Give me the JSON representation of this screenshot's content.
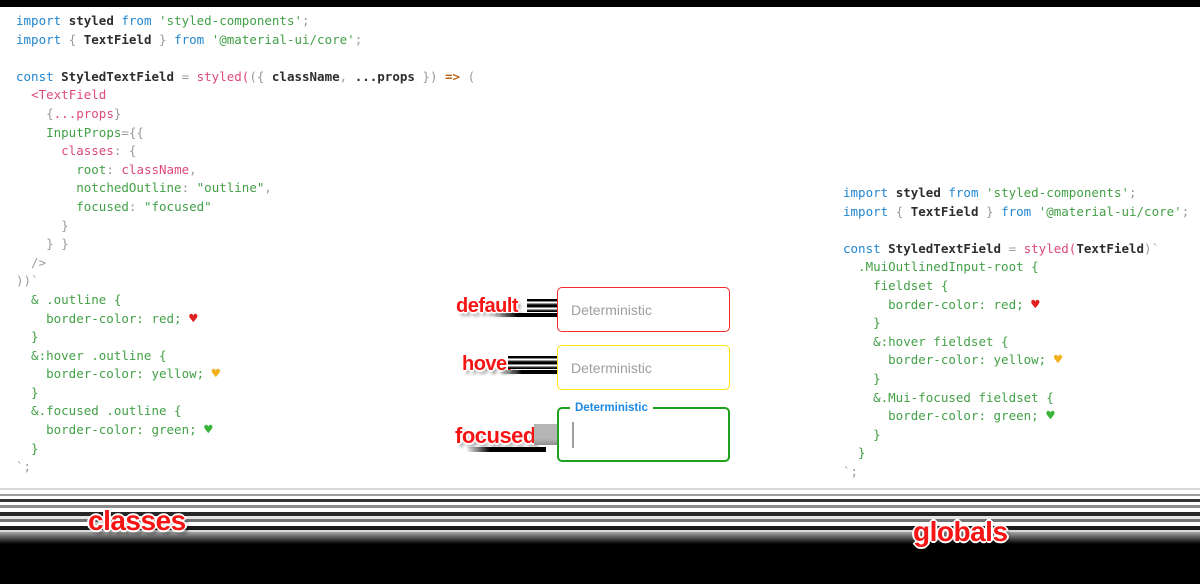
{
  "colors": {
    "annot_red": "#f51515",
    "code_kw": "#2287cf",
    "code_id": "#2d2d2d",
    "code_gray": "#9b9b9b",
    "code_green": "#43a047",
    "code_pink": "#dd4a77",
    "code_arrow": "#bf6414",
    "heart_red": "#e02020",
    "heart_yellow": "#f2b01e",
    "heart_green": "#39b339",
    "border_default": "#f42a2a",
    "border_hover": "#ffe608",
    "border_focused": "#1ea21e",
    "legend_blue": "#1e88e5",
    "placeholder_gray": "#9e9e9e",
    "band_black": "#000000"
  },
  "code_left": {
    "lines": [
      [
        {
          "c": "kw",
          "t": "import "
        },
        {
          "c": "id",
          "t": "styled "
        },
        {
          "c": "kw",
          "t": "from "
        },
        {
          "c": "grn",
          "t": "'styled-components'"
        },
        {
          "c": "pun",
          "t": ";"
        }
      ],
      [
        {
          "c": "kw",
          "t": "import "
        },
        {
          "c": "pun",
          "t": "{ "
        },
        {
          "c": "id",
          "t": "TextField"
        },
        {
          "c": "pun",
          "t": " } "
        },
        {
          "c": "kw",
          "t": "from "
        },
        {
          "c": "grn",
          "t": "'@material-ui/core'"
        },
        {
          "c": "pun",
          "t": ";"
        }
      ],
      [],
      [
        {
          "c": "kw",
          "t": "const "
        },
        {
          "c": "id",
          "t": "StyledTextField"
        },
        {
          "c": "pun",
          "t": " = "
        },
        {
          "c": "pnk",
          "t": "styled("
        },
        {
          "c": "pun",
          "t": "({ "
        },
        {
          "c": "id",
          "t": "className"
        },
        {
          "c": "pun",
          "t": ", "
        },
        {
          "c": "id",
          "t": "...props"
        },
        {
          "c": "pun",
          "t": " }) "
        },
        {
          "c": "arr",
          "t": "=>"
        },
        {
          "c": "pun",
          "t": " ("
        }
      ],
      [
        {
          "c": "pun",
          "t": "  "
        },
        {
          "c": "pnk",
          "t": "<TextField"
        }
      ],
      [
        {
          "c": "pun",
          "t": "    {"
        },
        {
          "c": "pnk",
          "t": "...props"
        },
        {
          "c": "pun",
          "t": "}"
        }
      ],
      [
        {
          "c": "pun",
          "t": "    "
        },
        {
          "c": "grn",
          "t": "InputProps"
        },
        {
          "c": "pun",
          "t": "={{"
        }
      ],
      [
        {
          "c": "pun",
          "t": "      "
        },
        {
          "c": "pnk",
          "t": "classes"
        },
        {
          "c": "pun",
          "t": ": {"
        }
      ],
      [
        {
          "c": "pun",
          "t": "        "
        },
        {
          "c": "grn",
          "t": "root"
        },
        {
          "c": "pun",
          "t": ": "
        },
        {
          "c": "pnk",
          "t": "className"
        },
        {
          "c": "pun",
          "t": ","
        }
      ],
      [
        {
          "c": "pun",
          "t": "        "
        },
        {
          "c": "grn",
          "t": "notchedOutline"
        },
        {
          "c": "pun",
          "t": ": "
        },
        {
          "c": "grn",
          "t": "\"outline\""
        },
        {
          "c": "pun",
          "t": ","
        }
      ],
      [
        {
          "c": "pun",
          "t": "        "
        },
        {
          "c": "grn",
          "t": "focused"
        },
        {
          "c": "pun",
          "t": ": "
        },
        {
          "c": "grn",
          "t": "\"focused\""
        }
      ],
      [
        {
          "c": "pun",
          "t": "      }"
        }
      ],
      [
        {
          "c": "pun",
          "t": "    } }"
        }
      ],
      [
        {
          "c": "pun",
          "t": "  />"
        }
      ],
      [
        {
          "c": "pun",
          "t": "))`"
        }
      ],
      [
        {
          "c": "grn",
          "t": "  & .outline {"
        }
      ],
      [
        {
          "c": "grn",
          "t": "    border-color: red; "
        },
        {
          "c": "hr",
          "t": "♥"
        }
      ],
      [
        {
          "c": "grn",
          "t": "  }"
        }
      ],
      [
        {
          "c": "grn",
          "t": "  &:hover .outline {"
        }
      ],
      [
        {
          "c": "grn",
          "t": "    border-color: yellow; "
        },
        {
          "c": "hy",
          "t": "♥"
        }
      ],
      [
        {
          "c": "grn",
          "t": "  }"
        }
      ],
      [
        {
          "c": "grn",
          "t": "  &.focused .outline {"
        }
      ],
      [
        {
          "c": "grn",
          "t": "    border-color: green; "
        },
        {
          "c": "hg",
          "t": "♥"
        }
      ],
      [
        {
          "c": "grn",
          "t": "  }"
        }
      ],
      [
        {
          "c": "pun",
          "t": "`;"
        }
      ]
    ]
  },
  "code_right": {
    "lines": [
      [
        {
          "c": "kw",
          "t": "import "
        },
        {
          "c": "id",
          "t": "styled "
        },
        {
          "c": "kw",
          "t": "from "
        },
        {
          "c": "grn",
          "t": "'styled-components'"
        },
        {
          "c": "pun",
          "t": ";"
        }
      ],
      [
        {
          "c": "kw",
          "t": "import "
        },
        {
          "c": "pun",
          "t": "{ "
        },
        {
          "c": "id",
          "t": "TextField"
        },
        {
          "c": "pun",
          "t": " } "
        },
        {
          "c": "kw",
          "t": "from "
        },
        {
          "c": "grn",
          "t": "'@material-ui/core'"
        },
        {
          "c": "pun",
          "t": ";"
        }
      ],
      [],
      [
        {
          "c": "kw",
          "t": "const "
        },
        {
          "c": "id",
          "t": "StyledTextField"
        },
        {
          "c": "pun",
          "t": " = "
        },
        {
          "c": "pnk",
          "t": "styled("
        },
        {
          "c": "id",
          "t": "TextField"
        },
        {
          "c": "pun",
          "t": ")`"
        }
      ],
      [
        {
          "c": "grn",
          "t": "  .MuiOutlinedInput-root {"
        }
      ],
      [
        {
          "c": "grn",
          "t": "    fieldset {"
        }
      ],
      [
        {
          "c": "grn",
          "t": "      border-color: red; "
        },
        {
          "c": "hr",
          "t": "♥"
        }
      ],
      [
        {
          "c": "grn",
          "t": "    }"
        }
      ],
      [
        {
          "c": "grn",
          "t": "    &:hover fieldset {"
        }
      ],
      [
        {
          "c": "grn",
          "t": "      border-color: yellow; "
        },
        {
          "c": "hy",
          "t": "♥"
        }
      ],
      [
        {
          "c": "grn",
          "t": "    }"
        }
      ],
      [
        {
          "c": "grn",
          "t": "    &.Mui-focused fieldset {"
        }
      ],
      [
        {
          "c": "grn",
          "t": "      border-color: green; "
        },
        {
          "c": "hg",
          "t": "♥"
        }
      ],
      [
        {
          "c": "grn",
          "t": "    }"
        }
      ],
      [
        {
          "c": "grn",
          "t": "  }"
        }
      ],
      [
        {
          "c": "pun",
          "t": "`;"
        }
      ]
    ]
  },
  "demo": {
    "rows": [
      {
        "state": "default",
        "label": "default",
        "placeholder": "Deterministic"
      },
      {
        "state": "hover",
        "label": "hover",
        "placeholder": "Deterministic"
      },
      {
        "state": "focused",
        "label": "focused",
        "field_label": "Deterministic"
      }
    ]
  },
  "footer": {
    "left_label": "classes",
    "right_label": "globals"
  }
}
